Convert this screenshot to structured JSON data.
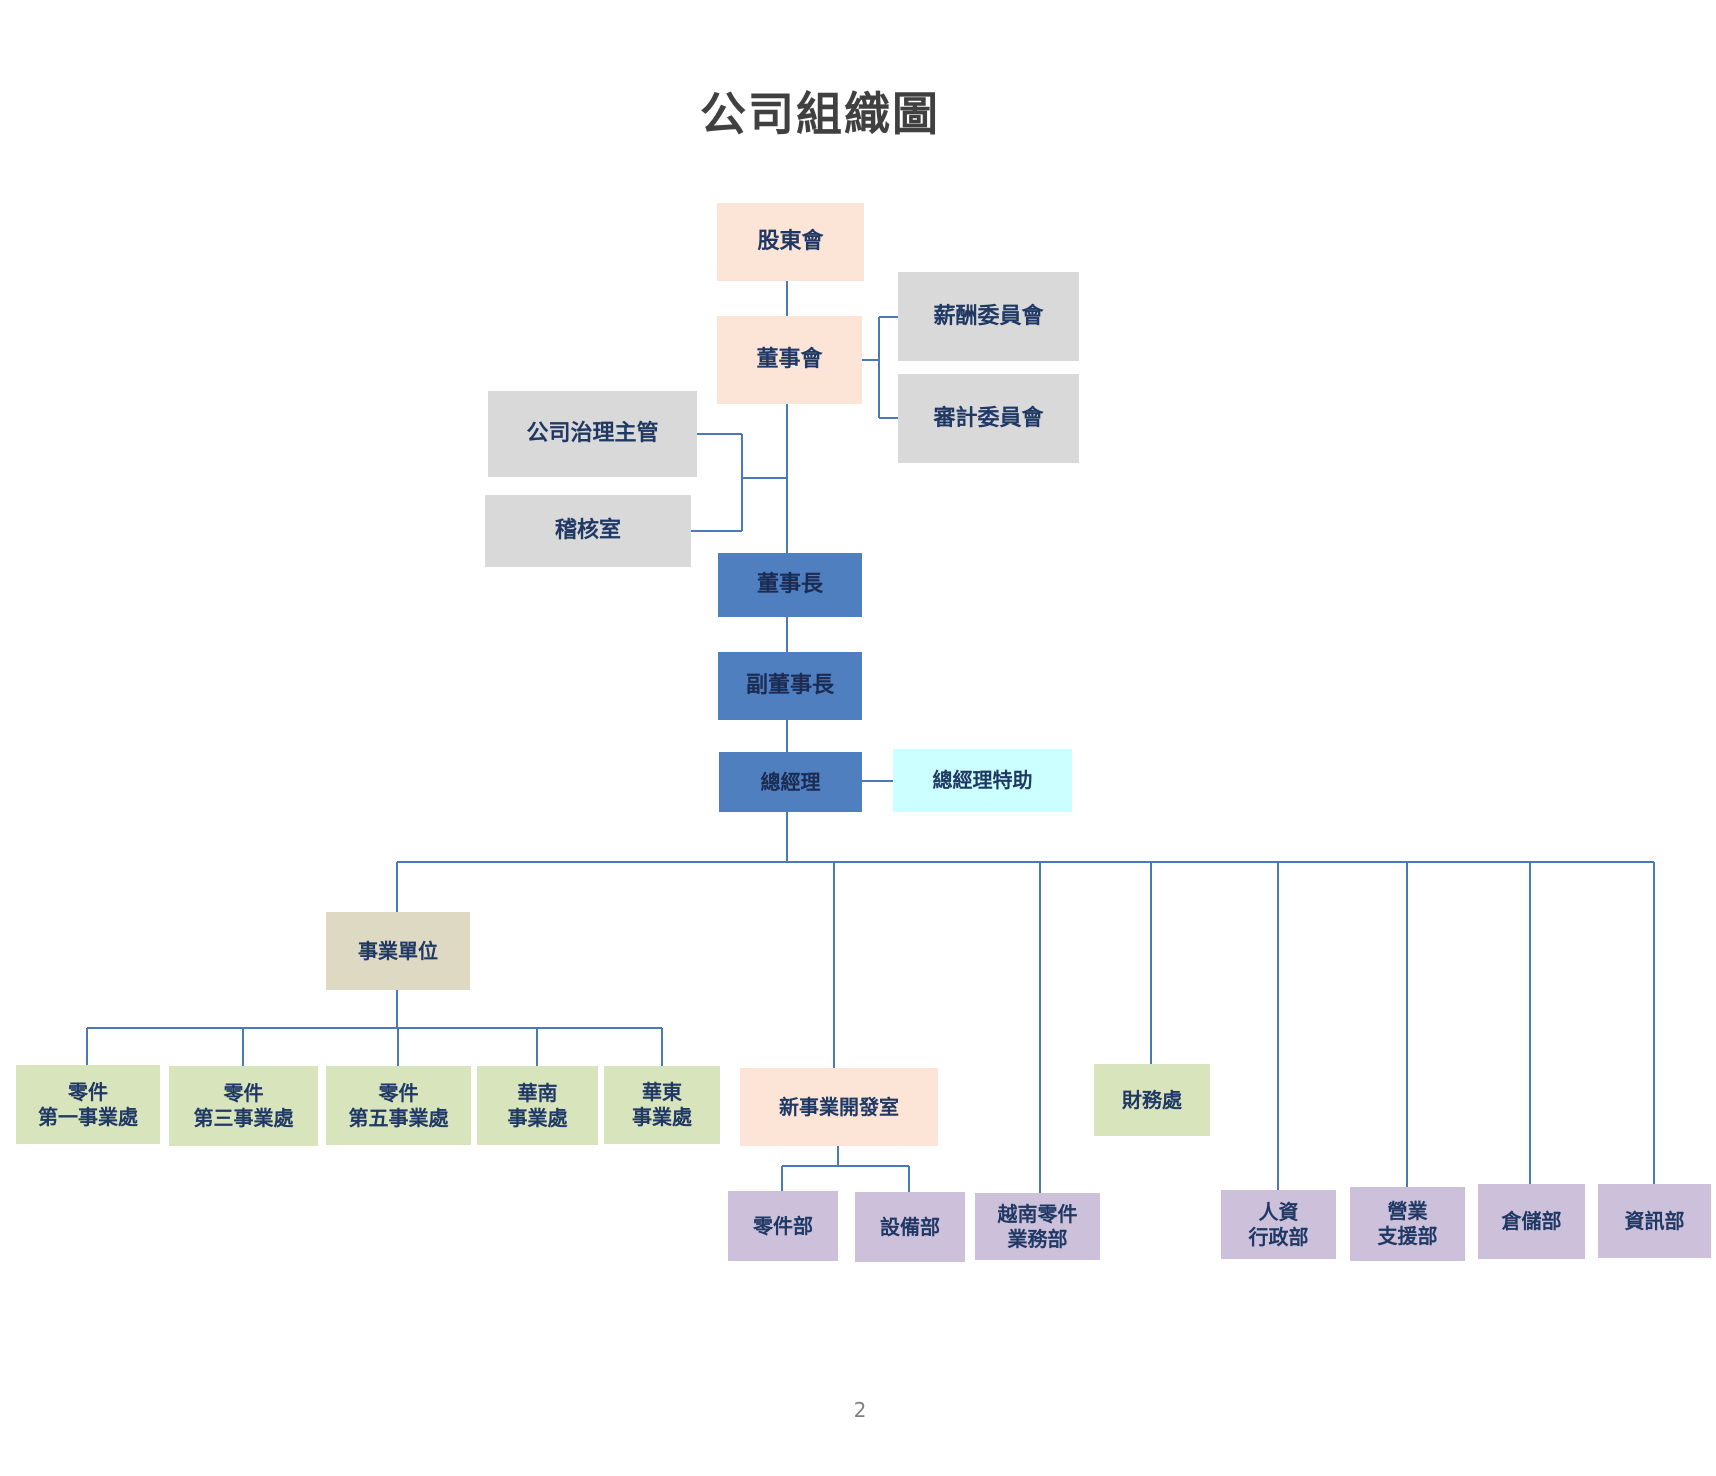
{
  "title": "公司組織圖",
  "page_number": "2",
  "colors": {
    "connector": "#4a7ab5",
    "governance": "#fce4d6",
    "committee": "#d9d9d9",
    "executive": "#4f7fbf",
    "assistant": "#ccffff",
    "business_unit": "#ddd9c3",
    "division": "#d8e4bc",
    "department": "#ccc0da",
    "text": "#1f3864"
  },
  "nodes": {
    "shareholders": "股東會",
    "board": "董事會",
    "compensation_committee": "薪酬委員會",
    "audit_committee": "審計委員會",
    "governance_officer": "公司治理主管",
    "audit_office": "稽核室",
    "chairman": "董事長",
    "vice_chairman": "副董事長",
    "general_manager": "總經理",
    "gm_assistant": "總經理特助",
    "business_units": "事業單位",
    "parts_div_1": "零件\n第一事業處",
    "parts_div_3": "零件\n第三事業處",
    "parts_div_5": "零件\n第五事業處",
    "south_china_div": "華南\n事業處",
    "east_china_div": "華東\n事業處",
    "new_business_office": "新事業開發室",
    "parts_dept": "零件部",
    "equipment_dept": "設備部",
    "vietnam_parts_dept": "越南零件\n業務部",
    "finance": "財務處",
    "hr_admin": "人資\n行政部",
    "sales_support": "營業\n支援部",
    "warehouse": "倉儲部",
    "it_dept": "資訊部"
  }
}
